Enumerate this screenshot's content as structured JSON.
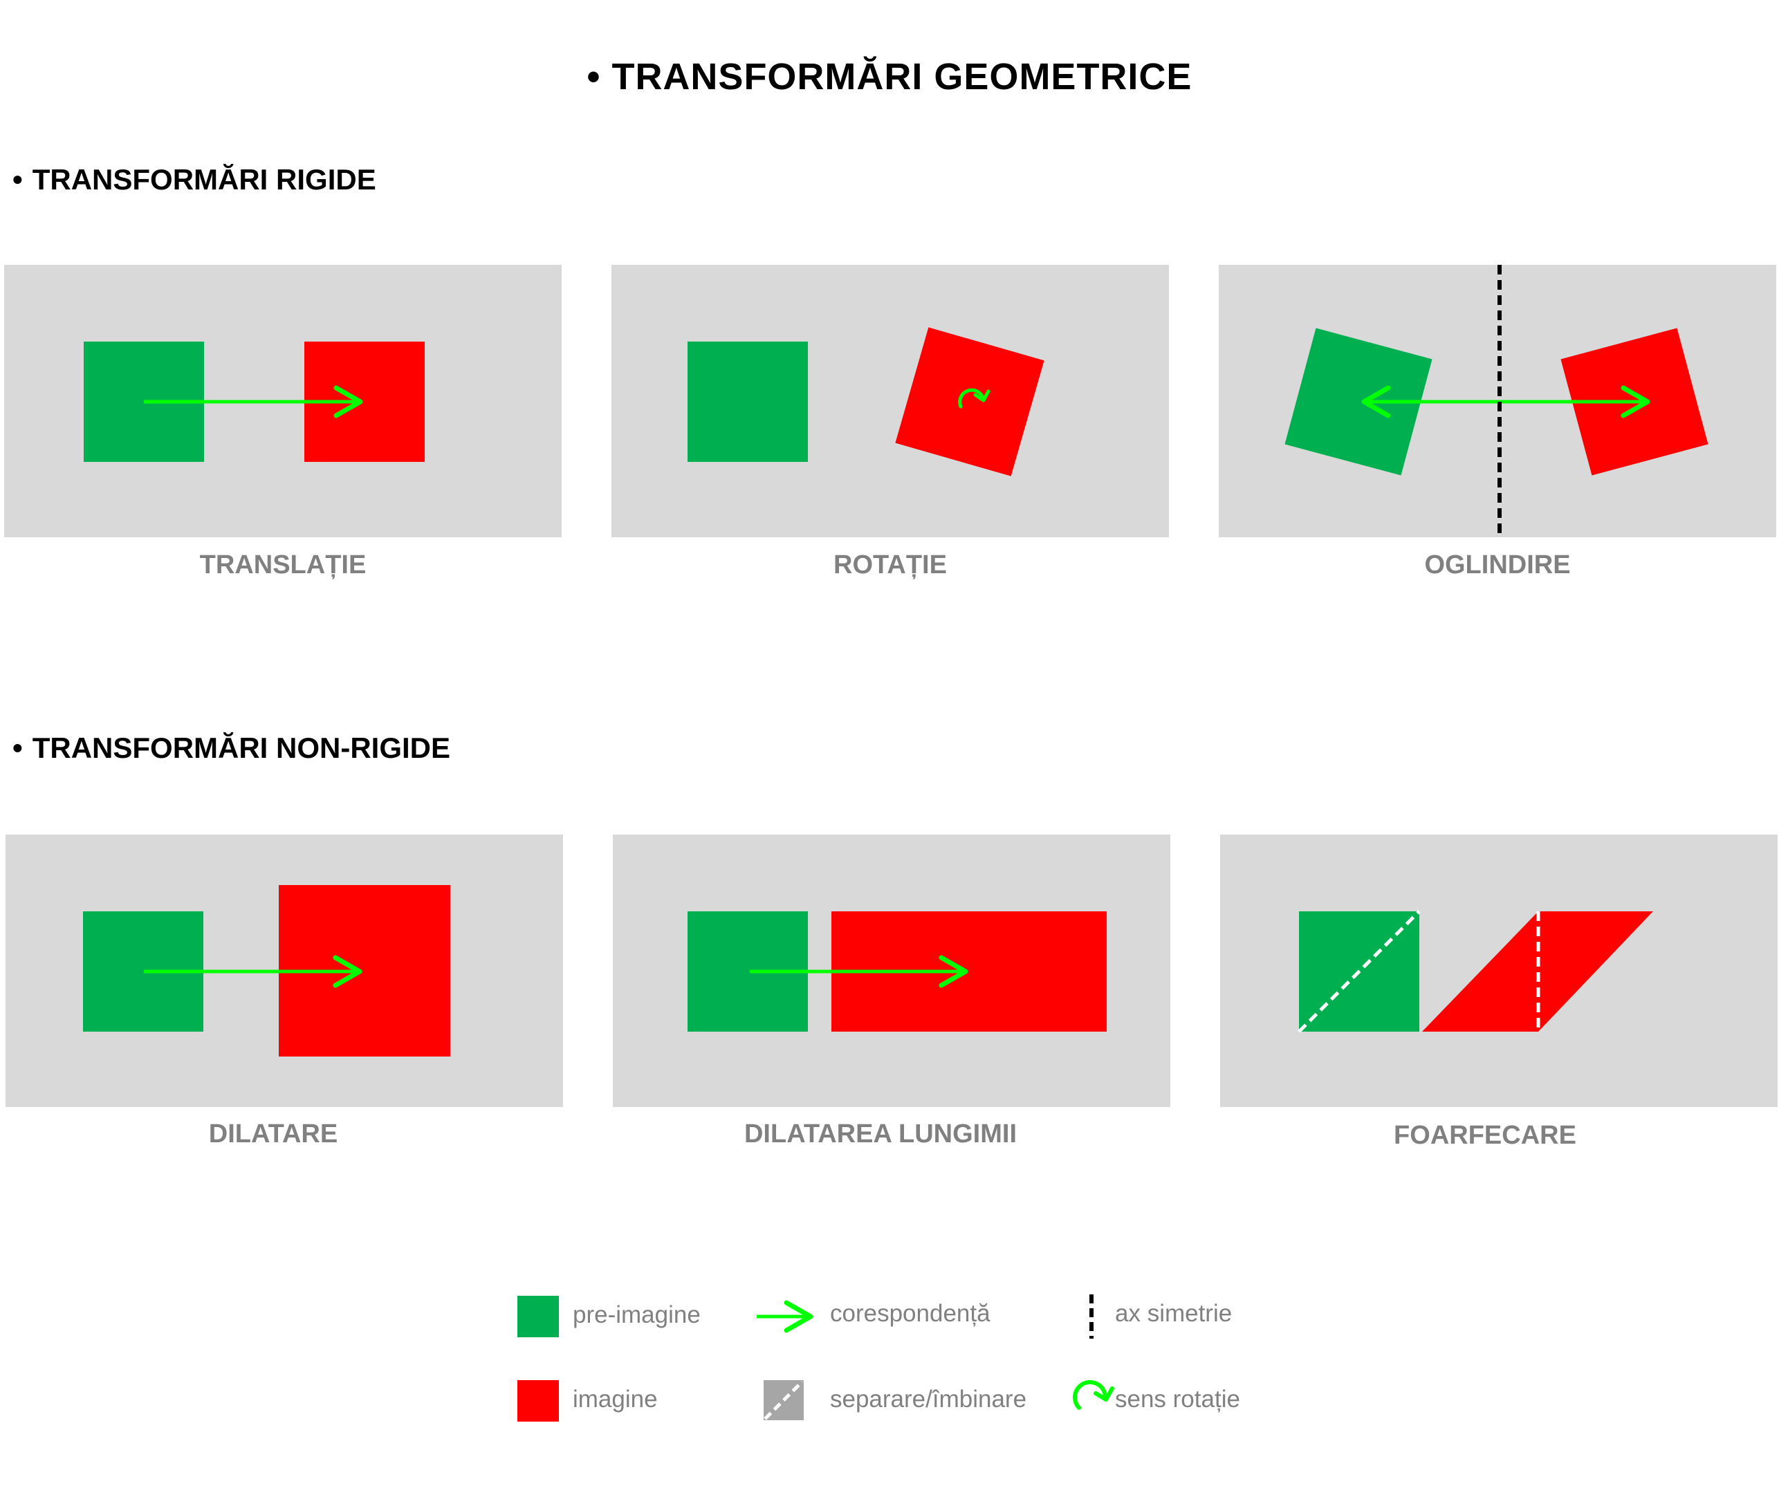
{
  "title": "TRANSFORMĂRI GEOMETRICE",
  "bullet": "•",
  "sections": {
    "rigid": "TRANSFORMĂRI RIGIDE",
    "nonrigid": "TRANSFORMĂRI NON-RIGIDE"
  },
  "panels": {
    "translation": "TRANSLAȚIE",
    "rotation": "ROTAȚIE",
    "reflection": "OGLINDIRE",
    "dilation": "DILATARE",
    "stretch": "DILATAREA LUNGIMII",
    "shear": "FOARFECARE"
  },
  "legend": {
    "preimage": "pre-imagine",
    "image": "imagine",
    "correspondence": "corespondență",
    "separation": "separare/îmbinare",
    "axis": "ax simetrie",
    "rotation_sense": "sens rotație"
  },
  "colors": {
    "preimage": "#00b050",
    "image": "#ff0000",
    "arrow": "#00ff00",
    "panel_bg": "#d9d9d9",
    "caption": "#808080",
    "axis": "#000000"
  }
}
